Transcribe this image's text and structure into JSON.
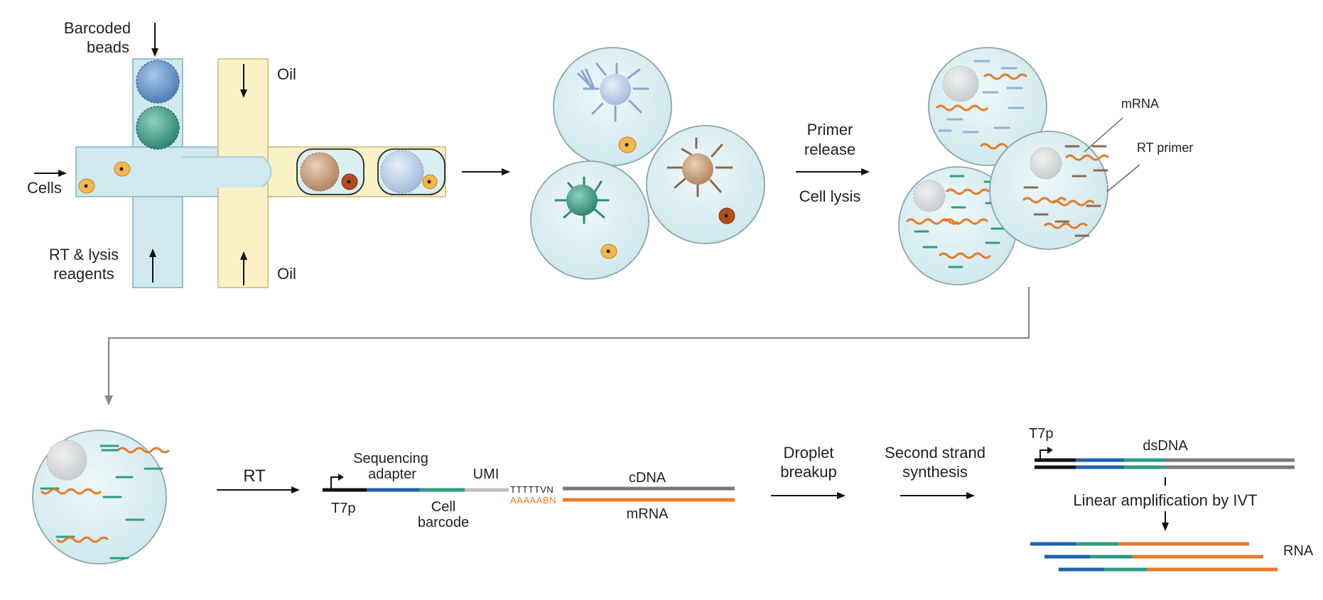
{
  "labels": {
    "barcoded_beads_1": "Barcoded",
    "barcoded_beads_2": "beads",
    "oil_top": "Oil",
    "oil_bottom": "Oil",
    "cells": "Cells",
    "rt_lysis_1": "RT & lysis",
    "rt_lysis_2": "reagents",
    "primer_release_1": "Primer",
    "primer_release_2": "release",
    "cell_lysis": "Cell lysis",
    "mrna_pointer": "mRNA",
    "rt_primer_pointer": "RT primer",
    "rt_step": "RT",
    "sequencing_adapter_1": "Sequencing",
    "sequencing_adapter_2": "adapter",
    "umi": "UMI",
    "t7p_construct": "T7p",
    "cell_barcode_1": "Cell",
    "cell_barcode_2": "barcode",
    "polyT": "TTTTTVN",
    "polyA": "AAAAABN",
    "cdna": "cDNA",
    "mrna_strand": "mRNA",
    "droplet_breakup_1": "Droplet",
    "droplet_breakup_2": "breakup",
    "second_strand_1": "Second strand",
    "second_strand_2": "synthesis",
    "t7p_dsdna": "T7p",
    "dsdna": "dsDNA",
    "linear_amp": "Linear amplification by IVT",
    "rna": "RNA"
  },
  "colors": {
    "channel_blue": "#cfe9ee",
    "channel_border": "#7fb3bf",
    "oil_yellow": "#fbf1c6",
    "oil_border": "#c9b978",
    "droplet_fill": "#d9eff2",
    "droplet_border": "#8aa6ab",
    "bead_blue": "#6f97c9",
    "bead_green": "#3f9a86",
    "bead_brown": "#b88a6a",
    "cell_orange": "#f6b64a",
    "cell_dark": "#a0491f",
    "mrna_orange": "#e57b2a",
    "primer_green": "#2e9e7e",
    "primer_blue": "#6f9fc9",
    "primer_brown": "#8a6a4f",
    "t7p_black": "#111111",
    "adapter_blue": "#1e62a8",
    "barcode_teal": "#2e9a84",
    "umi_gray": "#bdbdbd",
    "cdna_gray": "#7a7a7a"
  }
}
